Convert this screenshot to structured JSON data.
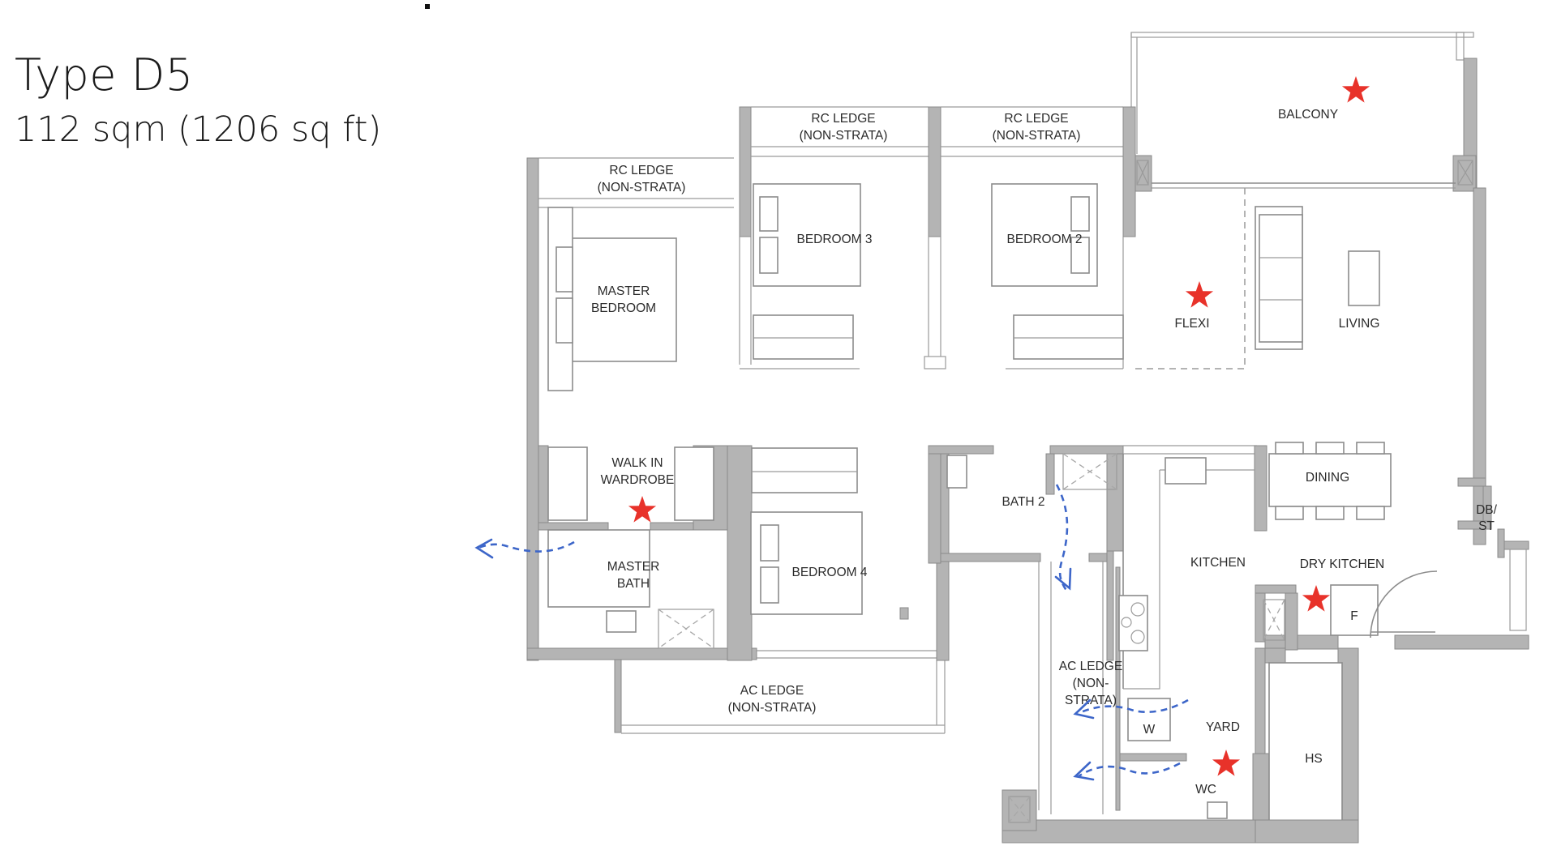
{
  "header": {
    "unit_type": "Type D5",
    "unit_size": "112 sqm (1206 sq ft)"
  },
  "colors": {
    "wall": "#b4b4b4",
    "line": "#8c8c8c",
    "label": "#2b2b2b",
    "star": "#e8322a",
    "airflow_arrow": "#3d66c9"
  },
  "rooms": {
    "rc_ledge_master": {
      "line1": "RC LEDGE",
      "line2": "(NON-STRATA)"
    },
    "rc_ledge_bed3": {
      "line1": "RC LEDGE",
      "line2": "(NON-STRATA)"
    },
    "rc_ledge_bed2": {
      "line1": "RC LEDGE",
      "line2": "(NON-STRATA)"
    },
    "balcony": "BALCONY",
    "master_bedroom": {
      "line1": "MASTER",
      "line2": "BEDROOM"
    },
    "bedroom_3": "BEDROOM 3",
    "bedroom_2": "BEDROOM 2",
    "flexi": "FLEXI",
    "living": "LIVING",
    "walk_in_wardrobe": {
      "line1": "WALK IN",
      "line2": "WARDROBE"
    },
    "master_bath": {
      "line1": "MASTER",
      "line2": "BATH"
    },
    "bedroom_4": "BEDROOM 4",
    "ac_ledge_bottom": {
      "line1": "AC LEDGE",
      "line2": "(NON-STRATA)"
    },
    "bath_2": "BATH 2",
    "ac_ledge_side": {
      "line1": "AC LEDGE",
      "line2": "(NON-",
      "line3": "STRATA)"
    },
    "kitchen": "KITCHEN",
    "dining": "DINING",
    "dry_kitchen": "DRY KITCHEN",
    "db_st": {
      "line1": "DB/",
      "line2": "ST"
    },
    "fridge": "F",
    "washer": "W",
    "yard": "YARD",
    "wc": "WC",
    "hs": "HS"
  },
  "markers": {
    "stars": [
      "balcony",
      "flexi",
      "walk_in_wardrobe",
      "dry_kitchen",
      "wc"
    ],
    "airflow_arrows": [
      "master_bath_window",
      "bath_2_to_ac_ledge",
      "yard_to_ac_ledge",
      "wc_to_ac_ledge"
    ]
  }
}
